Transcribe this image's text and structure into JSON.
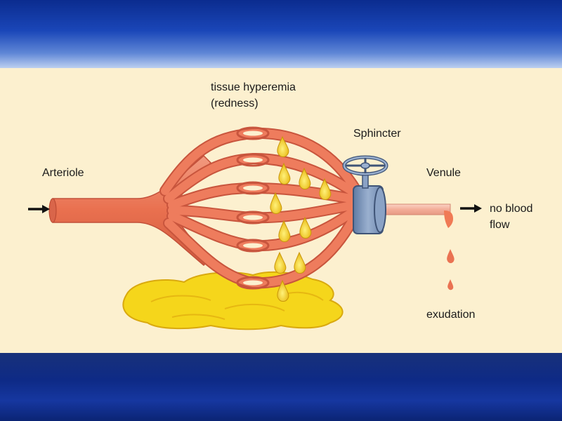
{
  "labels": {
    "tissue_hyperemia_line1": "tissue hyperemia",
    "tissue_hyperemia_line2": "(redness)",
    "sphincter": "Sphincter",
    "arteriole": "Arteriole",
    "venule": "Venule",
    "no_blood_flow_line1": "no blood",
    "no_blood_flow_line2": "flow",
    "exudation": "exudation"
  },
  "colors": {
    "vessel": "#ec7c5e",
    "vessel_dark": "#c9553d",
    "exudate": "#f5d61b",
    "exudate_dark": "#d9a90f",
    "venule": "#f4b6a4",
    "sphincter": "#7f98bd",
    "panel": "#fcf0cf"
  }
}
